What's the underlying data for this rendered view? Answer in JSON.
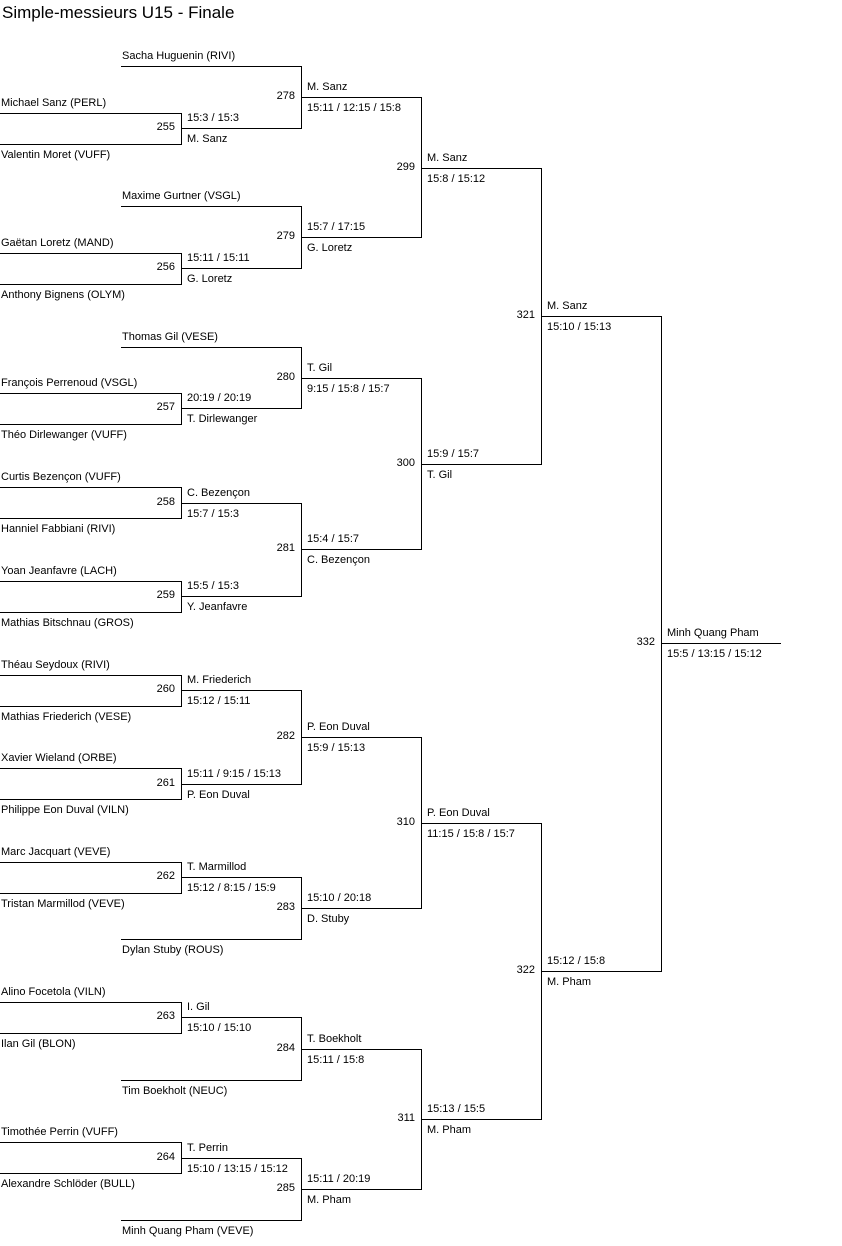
{
  "title": "Simple-messieurs U15 - Finale",
  "entrants": [
    "Sacha Huguenin (RIVI)",
    "Michael Sanz (PERL)",
    "Valentin Moret (VUFF)",
    "Maxime Gurtner (VSGL)",
    "Gaëtan Loretz (MAND)",
    "Anthony Bignens (OLYM)",
    "Thomas Gil (VESE)",
    "François Perrenoud (VSGL)",
    "Théo Dirlewanger (VUFF)",
    "Curtis Bezençon (VUFF)",
    "Hanniel Fabbiani (RIVI)",
    "Yoan Jeanfavre (LACH)",
    "Mathias Bitschnau (GROS)",
    "Théau Seydoux (RIVI)",
    "Mathias Friederich (VESE)",
    "Xavier Wieland (ORBE)",
    "Philippe Eon Duval (VILN)",
    "Marc Jacquart (VEVE)",
    "Tristan Marmillod (VEVE)",
    "Dylan Stuby (ROUS)",
    "Alino Focetola (VILN)",
    "Ilan Gil (BLON)",
    "Tim Boekholt (NEUC)",
    "Timothée Perrin (VUFF)",
    "Alexandre Schlöder (BULL)",
    "Minh Quang Pham (VEVE)"
  ],
  "matches": [
    {
      "number": "255",
      "above": "15:3 / 15:3",
      "below": "M. Sanz"
    },
    {
      "number": "278",
      "above": "M. Sanz",
      "below": "15:11 / 12:15 / 15:8"
    },
    {
      "number": "256",
      "above": "15:11 / 15:11",
      "below": "G. Loretz"
    },
    {
      "number": "279",
      "above": "15:7 / 17:15",
      "below": "G. Loretz"
    },
    {
      "number": "299",
      "above": "M. Sanz",
      "below": "15:8 / 15:12"
    },
    {
      "number": "257",
      "above": "20:19 / 20:19",
      "below": "T. Dirlewanger"
    },
    {
      "number": "280",
      "above": "T. Gil",
      "below": "9:15 / 15:8 / 15:7"
    },
    {
      "number": "258",
      "above": "C. Bezençon",
      "below": "15:7 / 15:3"
    },
    {
      "number": "259",
      "above": "15:5 / 15:3",
      "below": "Y. Jeanfavre"
    },
    {
      "number": "281",
      "above": "15:4 / 15:7",
      "below": "C. Bezençon"
    },
    {
      "number": "300",
      "above": "15:9 / 15:7",
      "below": "T. Gil"
    },
    {
      "number": "321",
      "above": "M. Sanz",
      "below": "15:10 / 15:13"
    },
    {
      "number": "260",
      "above": "M. Friederich",
      "below": "15:12 / 15:11"
    },
    {
      "number": "261",
      "above": "15:11 / 9:15 / 15:13",
      "below": "P. Eon Duval"
    },
    {
      "number": "282",
      "above": "P. Eon Duval",
      "below": "15:9 / 15:13"
    },
    {
      "number": "262",
      "above": "T. Marmillod",
      "below": "15:12 / 8:15 / 15:9"
    },
    {
      "number": "283",
      "above": "15:10 / 20:18",
      "below": "D. Stuby"
    },
    {
      "number": "310",
      "above": "P. Eon Duval",
      "below": "11:15 / 15:8 / 15:7"
    },
    {
      "number": "263",
      "above": "I. Gil",
      "below": "15:10 / 15:10"
    },
    {
      "number": "284",
      "above": "T. Boekholt",
      "below": "15:11 / 15:8"
    },
    {
      "number": "264",
      "above": "T. Perrin",
      "below": "15:10 / 13:15 / 15:12"
    },
    {
      "number": "285",
      "above": "15:11 / 20:19",
      "below": "M. Pham"
    },
    {
      "number": "311",
      "above": "15:13 / 15:5",
      "below": "M. Pham"
    },
    {
      "number": "322",
      "above": "15:12 / 15:8",
      "below": "M. Pham"
    },
    {
      "number": "332",
      "above": "Minh Quang Pham",
      "below": "15:5 / 13:15 / 15:12"
    }
  ]
}
